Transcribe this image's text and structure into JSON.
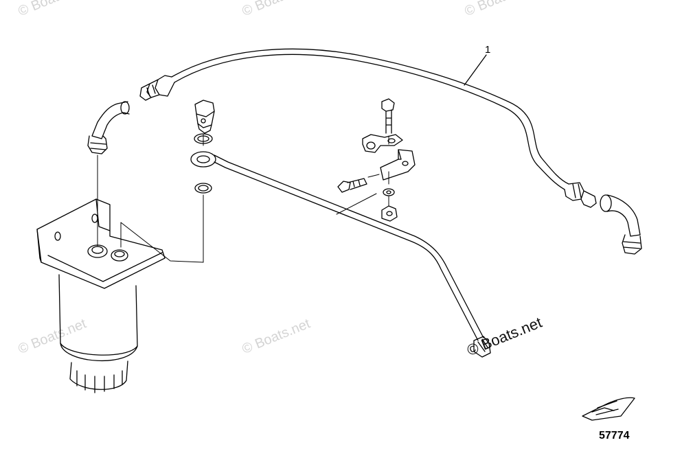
{
  "watermark": {
    "text": "© Boats.net"
  },
  "callouts": {
    "part_1": "1"
  },
  "diagram": {
    "id": "57774"
  },
  "colors": {
    "line": "#000000",
    "watermark": "#d4d4d4"
  },
  "icons": {
    "brand_mark": "boat-icon"
  }
}
